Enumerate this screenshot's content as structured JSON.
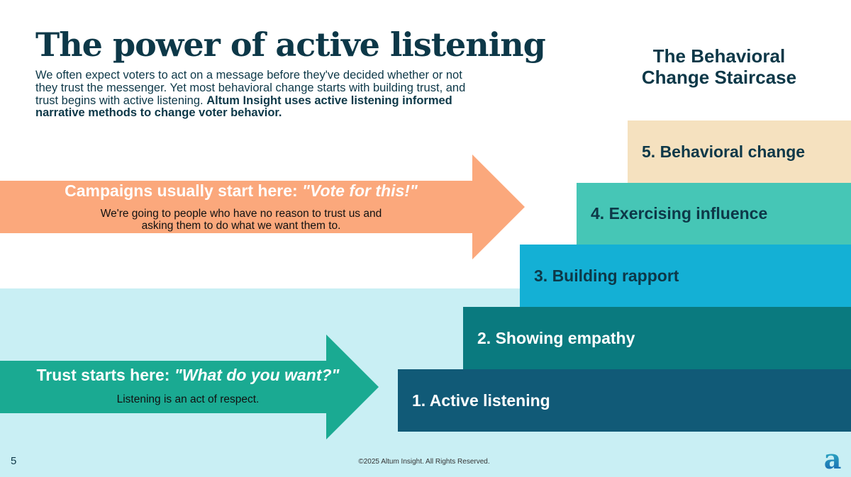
{
  "slide": {
    "title": "The power of active listening",
    "intro": "We often expect voters to act on a message before they've decided whether or not they trust the messenger. Yet most behavioral change starts with building trust, and trust begins with active listening. ",
    "intro_bold": "Altum Insight uses active listening informed narrative methods to change voter behavior.",
    "page_number": "5",
    "copyright": "©2025 Altum Insight. All Rights Reserved.",
    "logo_letter": "a"
  },
  "staircase": {
    "title_line1": "The Behavioral",
    "title_line2": "Change Staircase",
    "steps": [
      {
        "label": "1. Active listening"
      },
      {
        "label": "2. Showing empathy"
      },
      {
        "label": "3. Building rapport"
      },
      {
        "label": "4. Exercising influence"
      },
      {
        "label": "5. Behavioral change"
      }
    ]
  },
  "arrows": {
    "campaigns": {
      "heading": "Campaigns usually start here: ",
      "quote": "\"Vote for this!\"",
      "subtext": "We're going to people who have no reason to trust us and asking them to do what we want them to."
    },
    "trust": {
      "heading": "Trust starts here: ",
      "quote": "\"What do you want?\"",
      "subtext": "Listening is an act of respect."
    }
  },
  "colors": {
    "navy_text": "#0d3848",
    "light_bg": "#c9eff4",
    "campaign_arrow": "#fba87c",
    "trust_arrow": "#1aaa92",
    "step1": "#115a77",
    "step2": "#0a7a7f",
    "step3": "#14b0d5",
    "step4": "#46c6b6",
    "step5": "#f5e1bf"
  }
}
